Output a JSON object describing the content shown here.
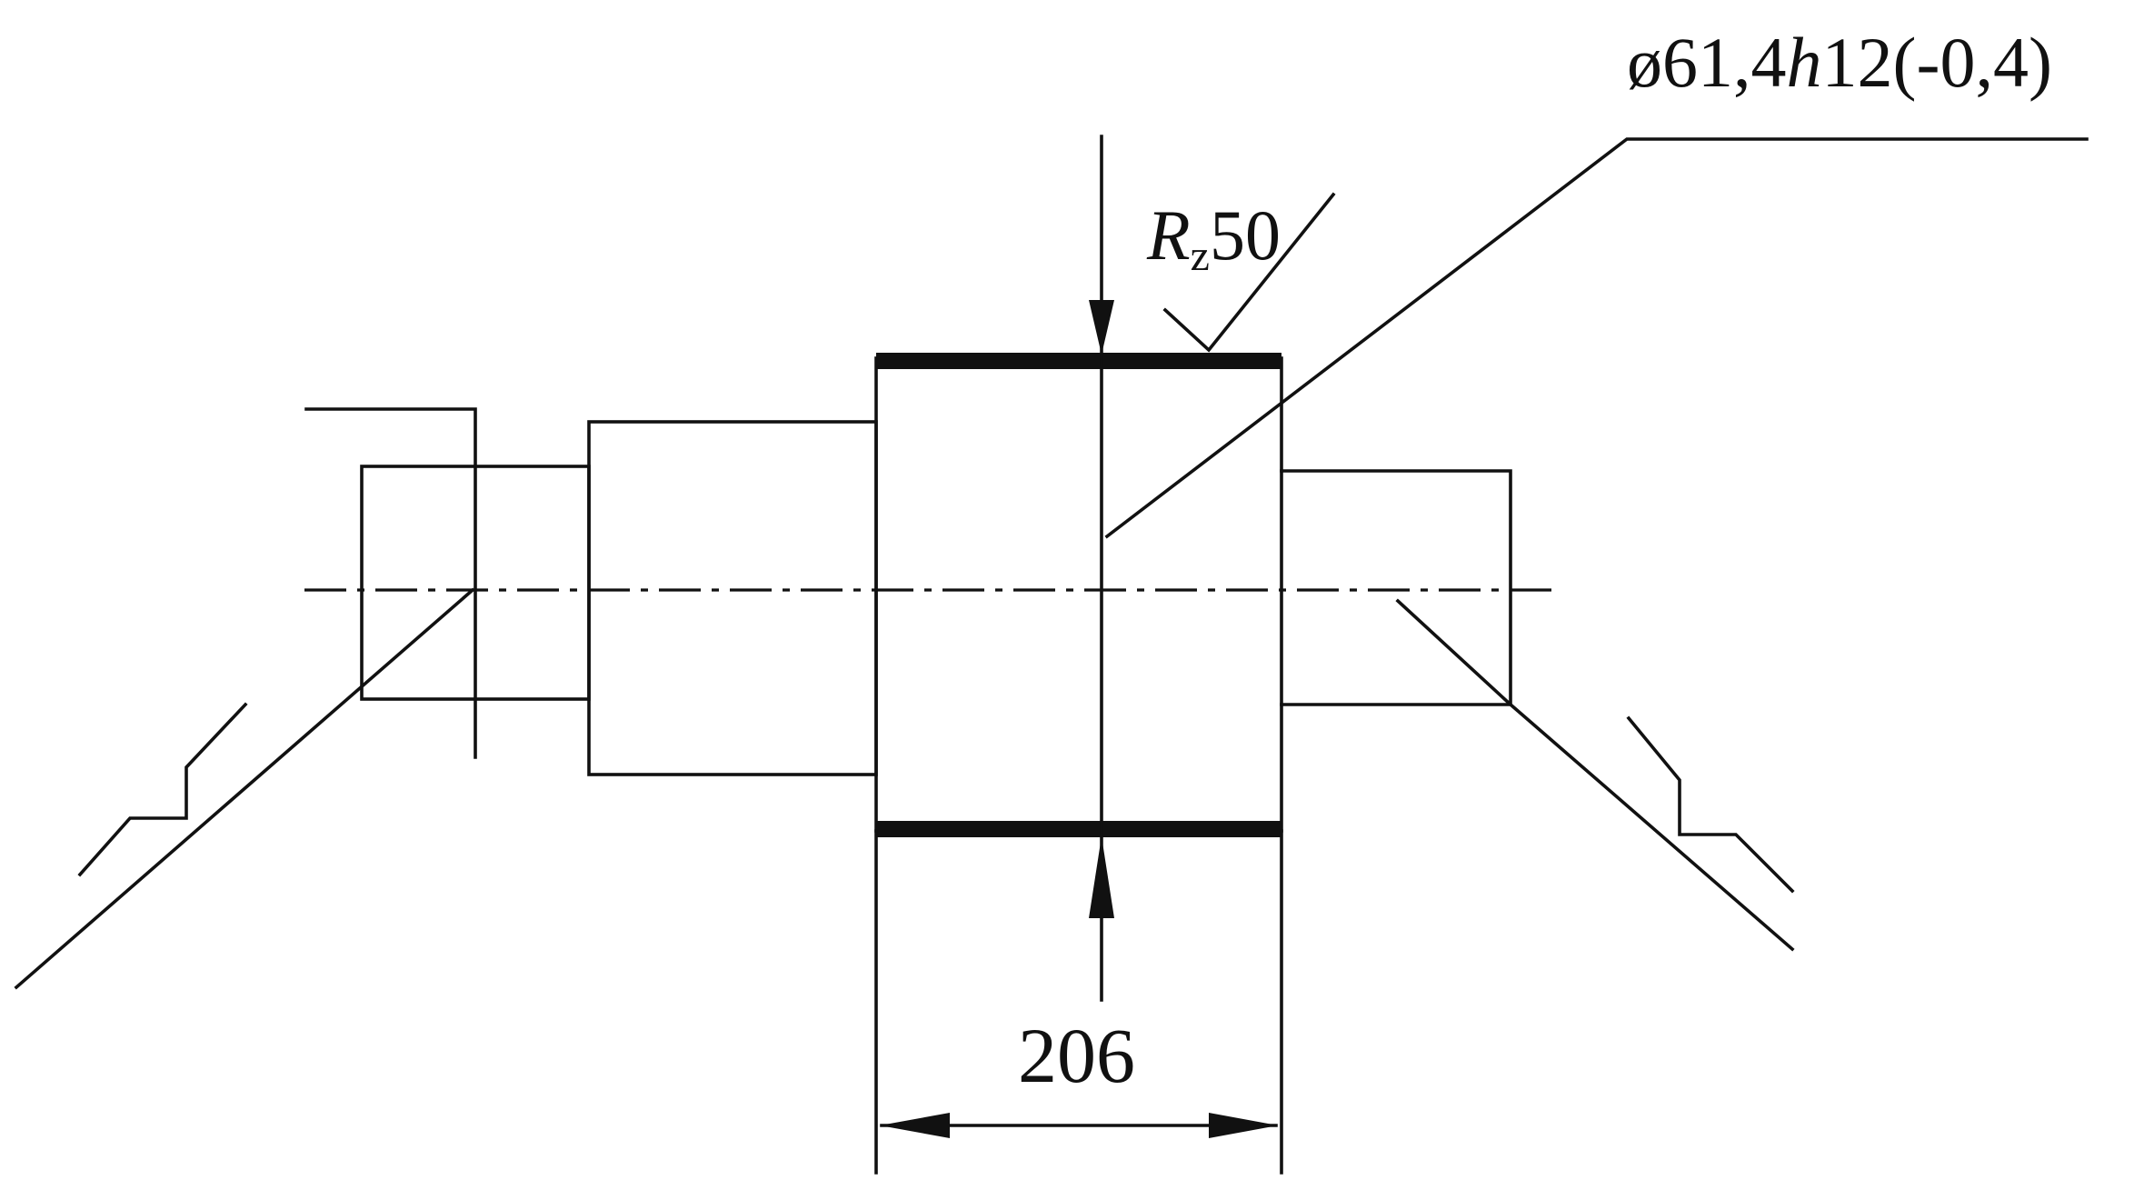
{
  "annotations": {
    "diameter_symbol": "ø",
    "diameter_nominal": "61,4",
    "tolerance_letter": "h",
    "tolerance_grade": "12",
    "tolerance_deviation": "(-0,4)",
    "roughness_symbol": "R",
    "roughness_subscript": "z",
    "roughness_value": "50",
    "length_dimension": "206"
  }
}
